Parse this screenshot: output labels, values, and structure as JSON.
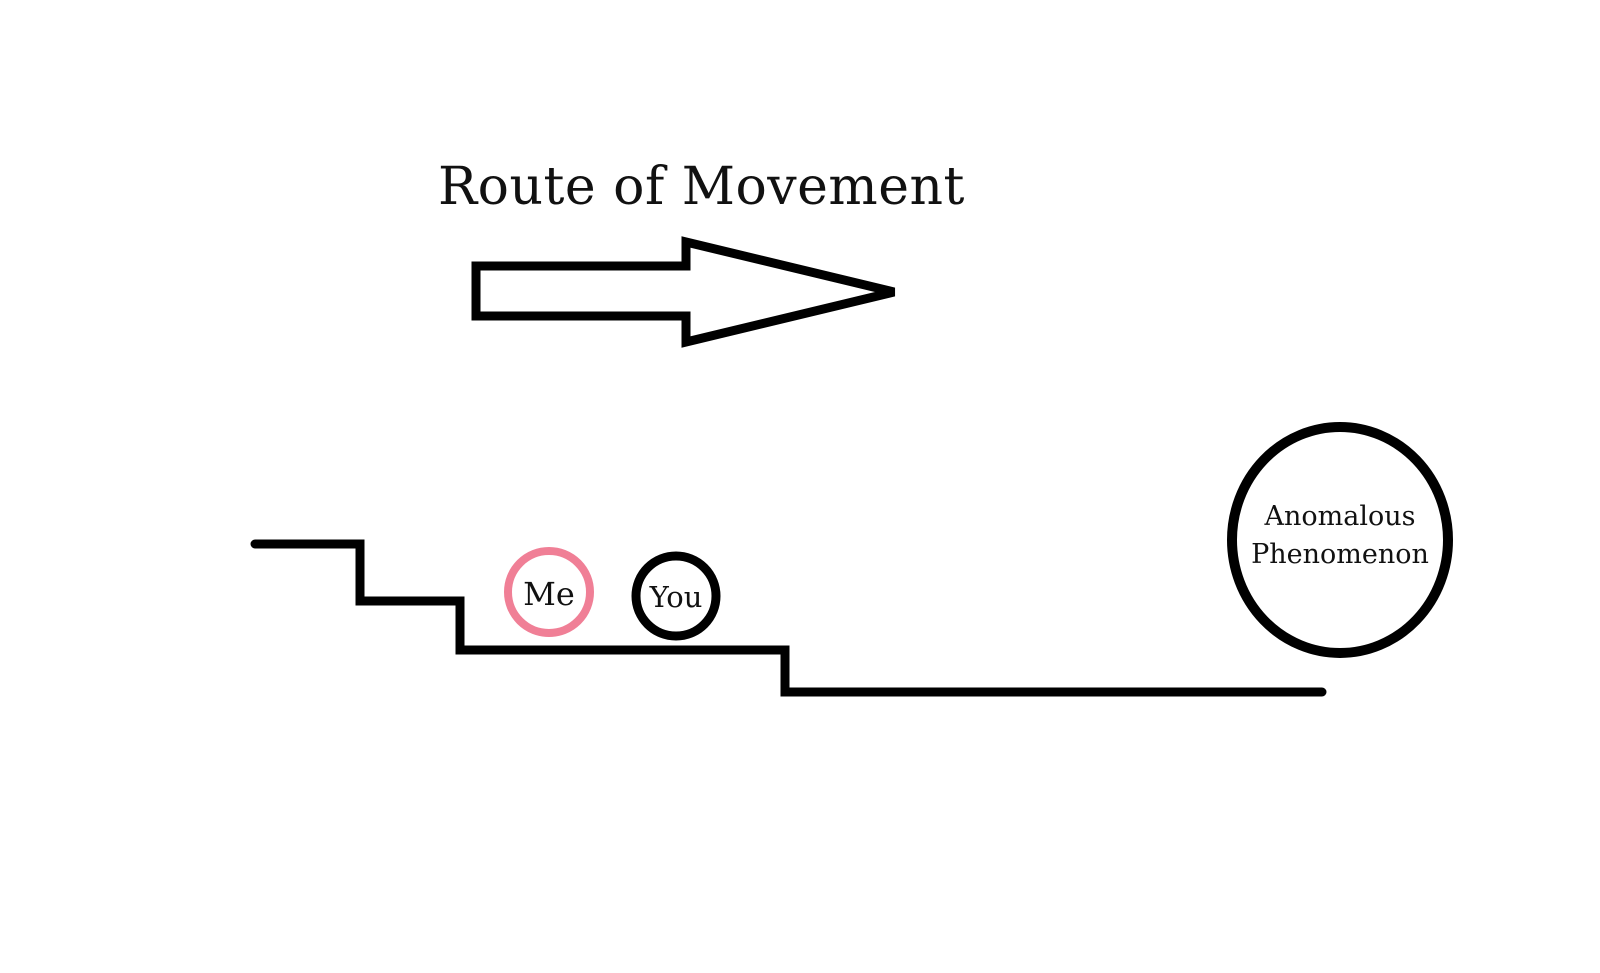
{
  "title": "Route of Movement",
  "nodes": {
    "me": {
      "label": "Me",
      "color": "#f07f96"
    },
    "you": {
      "label": "You",
      "color": "#000000"
    },
    "anomaly": {
      "line1": "Anomalous",
      "line2": "Phenomenon",
      "color": "#000000"
    }
  },
  "colors": {
    "stroke": "#000000",
    "background": "#ffffff",
    "text": "#111111"
  }
}
